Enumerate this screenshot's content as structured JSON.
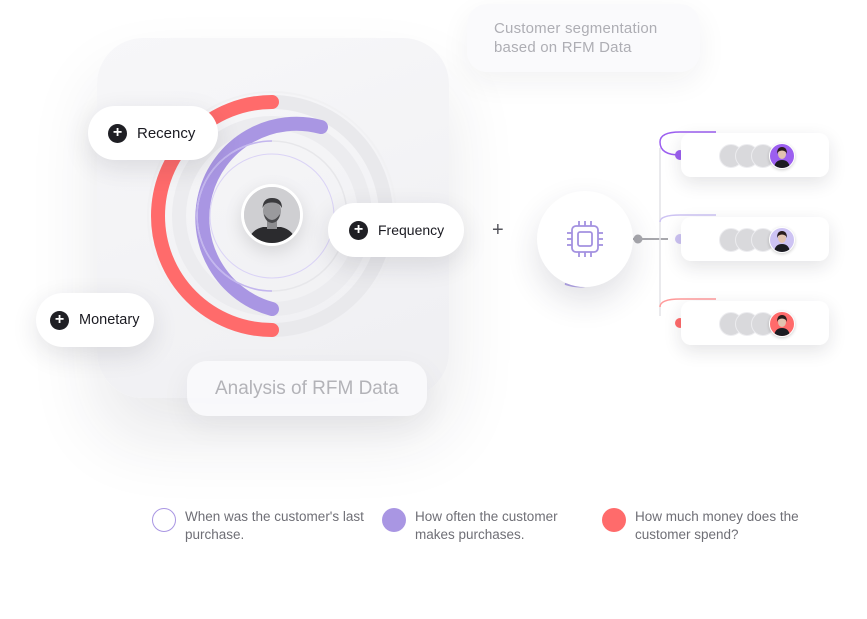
{
  "title": "Customer segmentation based on RFM Data",
  "analysis_label": "Analysis of RFM Data",
  "labels": {
    "recency": "Recency",
    "frequency": "Frequency",
    "monetary": "Monetary",
    "plus_symbol": "+"
  },
  "colors": {
    "recency": "#ffffff",
    "frequency": "#a996e3",
    "monetary": "#ff6b6b",
    "track": "#e7e7ea",
    "node_grey": "#a8a8ad"
  },
  "icons": {
    "center_person": "person-avatar",
    "processor": "chip-icon"
  },
  "legend": [
    {
      "text": "When was the customer's last purchase.",
      "swatch": "outline-purple"
    },
    {
      "text": "How often the customer makes purchases.",
      "swatch": "filled-purple"
    },
    {
      "text": "How much money does the customer spend?",
      "swatch": "filled-red"
    }
  ],
  "segments": [
    {
      "color": "#9c5ff0"
    },
    {
      "color": "#cdc3f3"
    },
    {
      "color": "#ff6b6b"
    }
  ]
}
